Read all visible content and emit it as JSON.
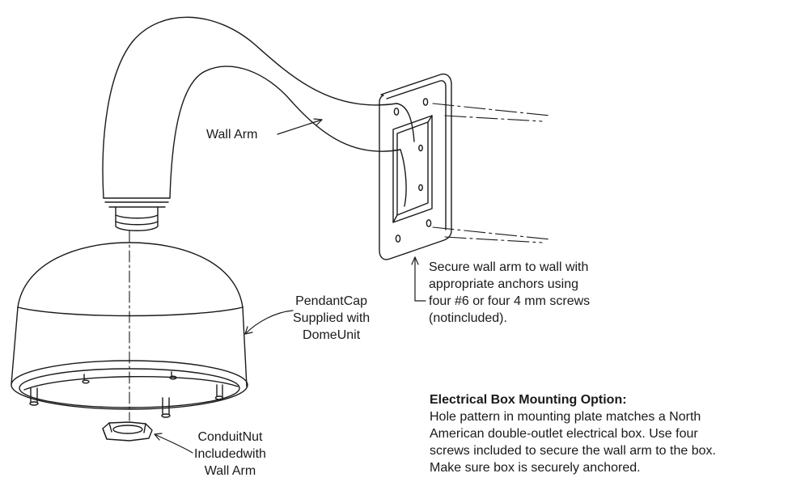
{
  "labels": {
    "wall_arm": "Wall Arm",
    "pendant_cap": [
      "PendantCap",
      "Supplied with",
      "DomeUnit"
    ],
    "conduit_nut": [
      "ConduitNut",
      "Includedwith",
      "Wall Arm"
    ],
    "secure_note": [
      "Secure wall arm to wall with",
      "appropriate anchors using",
      "four #6 or four 4 mm screws",
      "(notincluded)."
    ],
    "electrical_box": {
      "heading": "Electrical Box Mounting Option:",
      "lines": [
        "Hole pattern in mounting plate matches a North",
        "American double-outlet electrical box. Use four",
        "screws included to secure the wall arm to the box.",
        "Make sure box is securely anchored."
      ]
    }
  },
  "colors": {
    "line": "#1a1a1a",
    "fill": "#ffffff"
  }
}
